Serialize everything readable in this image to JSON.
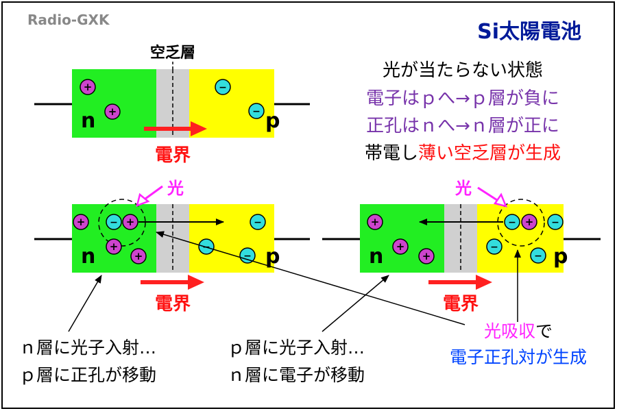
{
  "credit": "Radio-GXK",
  "title": "Si太陽電池",
  "colors": {
    "n_layer": "#22ee22",
    "p_layer": "#ffff00",
    "depletion": "#d0d0d0",
    "hole": "#cc44cc",
    "electron": "#33dddd",
    "field_arrow": "#ff2020",
    "light": "#ff22ff",
    "title": "#001a99",
    "purple_text": "#7733aa",
    "blue_text": "#0044ff",
    "red_text": "#ff1111"
  },
  "top_diagram": {
    "depletion_label": "空乏層",
    "n_label": "n",
    "p_label": "p",
    "field_label": "電界"
  },
  "explanation": {
    "line1": "光が当たらない状態",
    "line2": "電子はｐへ→ｐ層が負に",
    "line3": "正孔はｎへ→ｎ層が正に",
    "line4_black": "帯電し",
    "line4_red": "薄い空乏層が生成"
  },
  "left_diagram": {
    "light_label": "光",
    "n_label": "n",
    "p_label": "p",
    "field_label": "電界",
    "caption_line1": "ｎ層に光子入射…",
    "caption_line2": "ｐ層に正孔が移動"
  },
  "right_diagram": {
    "light_label": "光",
    "n_label": "n",
    "p_label": "p",
    "field_label": "電界",
    "caption_line1": "ｐ層に光子入射…",
    "caption_line2": "ｎ層に電子が移動"
  },
  "absorption": {
    "magenta": "光吸収",
    "black": "で",
    "line2": "電子正孔対が生成"
  },
  "symbols": {
    "hole_sign": "+",
    "electron_sign": "−"
  }
}
